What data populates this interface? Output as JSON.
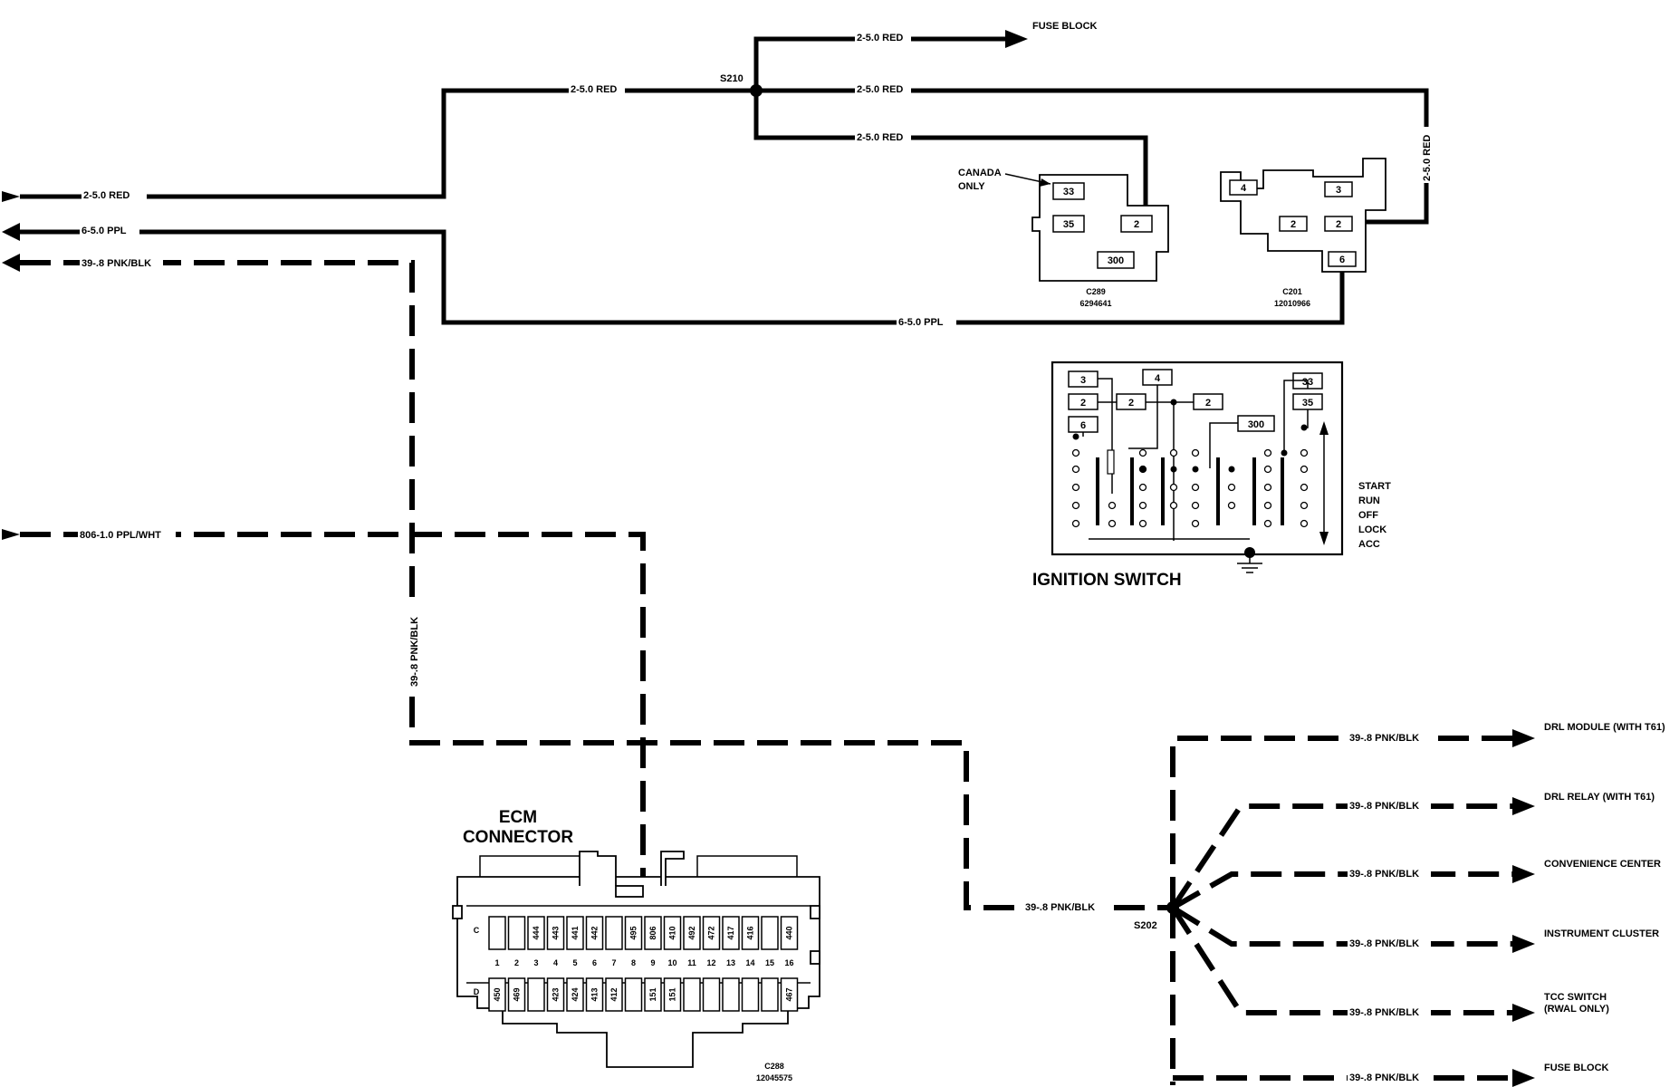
{
  "wires": {
    "red_left": "2-5.0 RED",
    "red_top_mid": "2-5.0 RED",
    "red_to_fuse": "2-5.0 RED",
    "red_to_c201": "2-5.0 RED",
    "red_to_c289": "2-5.0 RED",
    "red_vertical": "2-5.0 RED",
    "ppl_left": "6-5.0 PPL",
    "ppl_bottom": "6-5.0 PPL",
    "pnkblk_left": "39-.8 PNK/BLK",
    "pnkblk_vertical": "39-.8 PNK/BLK",
    "pplwht_left": "806-1.0 PPL/WHT",
    "pnkblk_to_s202": "39-.8 PNK/BLK"
  },
  "splices": {
    "s210": "S210",
    "s202": "S202"
  },
  "fuse_block_top": "FUSE BLOCK",
  "c289": {
    "note": "CANADA\nONLY",
    "pins": [
      "33",
      "35",
      "2",
      "300"
    ],
    "name": "C289",
    "part": "6294641"
  },
  "c201": {
    "pins": [
      "4",
      "3",
      "2",
      "2",
      "6"
    ],
    "name": "C201",
    "part": "12010966"
  },
  "ignition_switch": {
    "title": "IGNITION SWITCH",
    "terminals": [
      "3",
      "4",
      "2",
      "2",
      "2",
      "6",
      "300",
      "33",
      "35"
    ],
    "positions": [
      "START",
      "RUN",
      "OFF",
      "LOCK",
      "ACC"
    ]
  },
  "ecm": {
    "title_line1": "ECM",
    "title_line2": "CONNECTOR",
    "name": "C288",
    "part": "12045575",
    "row_c_label": "C",
    "row_d_label": "D",
    "row_c": [
      "",
      "",
      "444",
      "443",
      "441",
      "442",
      "",
      "495",
      "806",
      "410",
      "492",
      "472",
      "417",
      "416",
      "",
      "440"
    ],
    "row_d": [
      "450",
      "469",
      "",
      "423",
      "424",
      "413",
      "412",
      "",
      "151",
      "151",
      "",
      "",
      "",
      "",
      "",
      "467"
    ],
    "cavities": [
      "1",
      "2",
      "3",
      "4",
      "5",
      "6",
      "7",
      "8",
      "9",
      "10",
      "11",
      "12",
      "13",
      "14",
      "15",
      "16"
    ]
  },
  "outputs": [
    {
      "wire": "39-.8 PNK/BLK",
      "dest": "DRL MODULE (WITH T61)"
    },
    {
      "wire": "39-.8 PNK/BLK",
      "dest": "DRL RELAY (WITH T61)"
    },
    {
      "wire": "39-.8 PNK/BLK",
      "dest": "CONVENIENCE CENTER"
    },
    {
      "wire": "39-.8 PNK/BLK",
      "dest": "INSTRUMENT CLUSTER"
    },
    {
      "wire": "39-.8 PNK/BLK",
      "dest": "TCC SWITCH\n(RWAL ONLY)"
    },
    {
      "wire": "39-.8 PNK/BLK",
      "dest": "FUSE BLOCK"
    }
  ]
}
